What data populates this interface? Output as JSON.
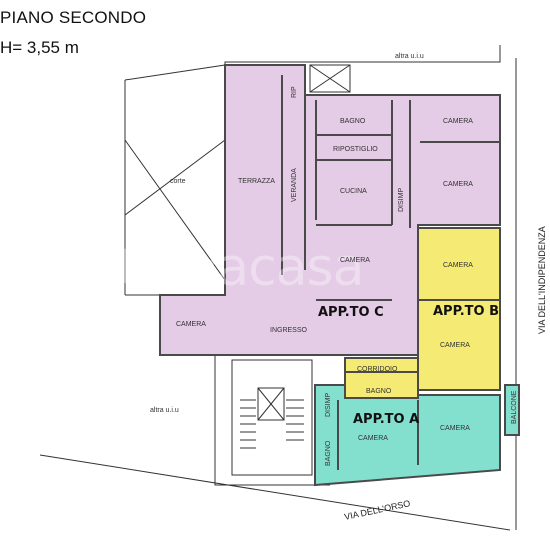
{
  "header": {
    "floor_title": "PIANO SECONDO",
    "height": "H= 3,55 m"
  },
  "watermark": "trovacasa",
  "colors": {
    "app_c": "#e4cbe6",
    "app_b": "#f4ea74",
    "app_a": "#83e0cf",
    "walls": "#4a4a4a",
    "outline": "#222222"
  },
  "labels": {
    "altra_uiu_top": "altra u.i.u",
    "altra_uiu_left": "altra u.i.u",
    "corte": "corte",
    "terrazza": "TERRAZZA",
    "veranda": "VERANDA",
    "rip": "RIP",
    "bagno_c": "BAGNO",
    "ripostiglio": "RIPOSTIGLIO",
    "cucina": "CUCINA",
    "disimp_c": "DISIMP",
    "camera_c_top": "CAMERA",
    "camera_c_mid": "CAMERA",
    "camera_c_center": "CAMERA",
    "camera_c_left": "CAMERA",
    "ingresso": "INGRESSO",
    "camera_b_top": "CAMERA",
    "camera_b_bottom": "CAMERA",
    "corridoio": "CORRIDOIO",
    "bagno_b": "BAGNO",
    "disimp_a": "DISIMP",
    "bagno_a": "BAGNO",
    "camera_a_left": "CAMERA",
    "camera_a_right": "CAMERA",
    "balcone": "BALCONE"
  },
  "units": {
    "app_c": "APP.TO C",
    "app_b": "APP.TO B",
    "app_a": "APP.TO A"
  },
  "streets": {
    "indipendenza": "VIA DELL'INDIPENDENZA",
    "orso": "VIA DELL'ORSO"
  }
}
